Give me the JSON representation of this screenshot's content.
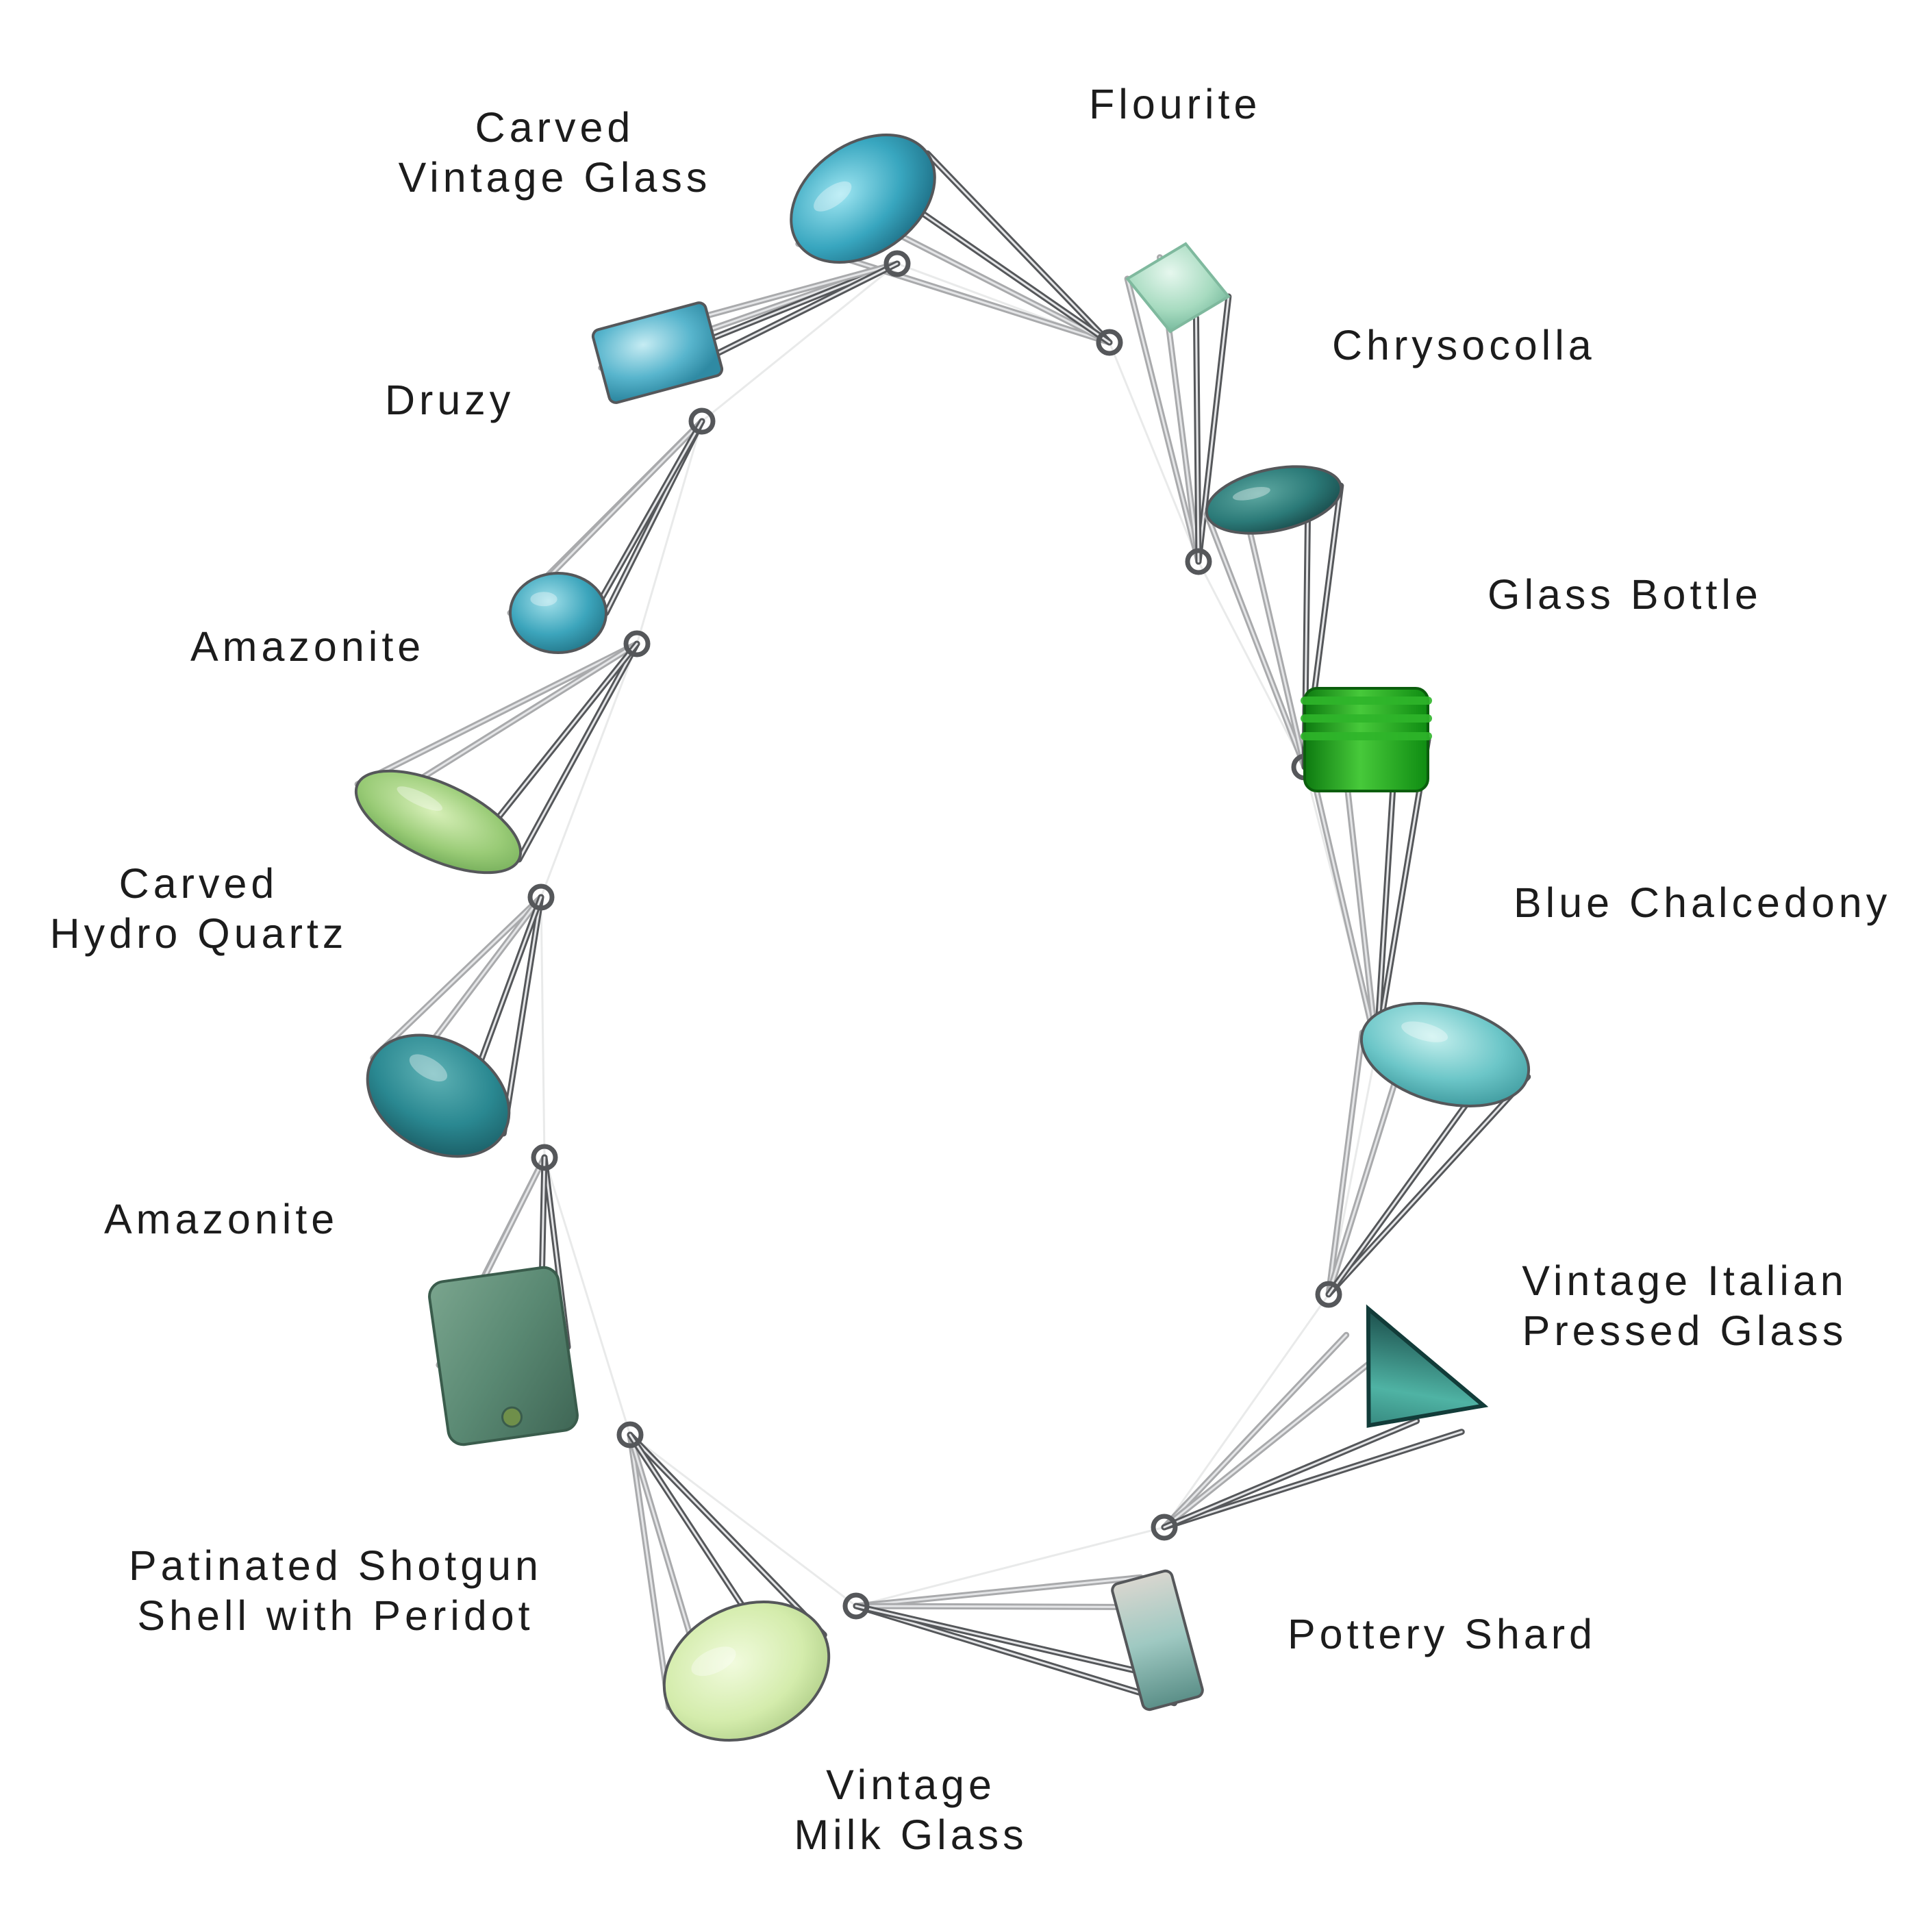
{
  "labels": {
    "carved_vintage_glass": [
      "Carved",
      "Vintage Glass"
    ],
    "flourite": [
      "Flourite"
    ],
    "chrysocolla": [
      "Chrysocolla"
    ],
    "druzy": [
      "Druzy"
    ],
    "glass_bottle": [
      "Glass Bottle"
    ],
    "amazonite_upper": [
      "Amazonite"
    ],
    "blue_chalcedony": [
      "Blue Chalcedony"
    ],
    "carved_hydro_quartz": [
      "Carved",
      "Hydro Quartz"
    ],
    "amazonite_lower": [
      "Amazonite"
    ],
    "vintage_italian_pressed_glass": [
      "Vintage Italian",
      "Pressed Glass"
    ],
    "patinated_shotgun_shell": [
      "Patinated Shotgun",
      "Shell with Peridot"
    ],
    "pottery_shard": [
      "Pottery Shard"
    ],
    "vintage_milk_glass": [
      "Vintage",
      "Milk Glass"
    ]
  },
  "colors": {
    "background": "#ffffff",
    "text": "#1c1c1c",
    "silver": "#a9aaac",
    "silver_dark": "#55575a",
    "aqua_glass": "#3fa9c0",
    "fluorite": "#a9dcc0",
    "chrysocolla": "#2b7a78",
    "druzy": "#5bb6cf",
    "glass_bottle": "#1fa01f",
    "amazonite": "#3fa7bd",
    "blue_chalcedony": "#6cc6c8",
    "hydro_quartz": "#9fcf7a",
    "amazonite_dark": "#2a8891",
    "pressed_glass": "#2c7c75",
    "shotgun_shell": "#5f8e78",
    "pottery_shard": "#9fc9c2",
    "milk_glass": "#d6edb0"
  }
}
